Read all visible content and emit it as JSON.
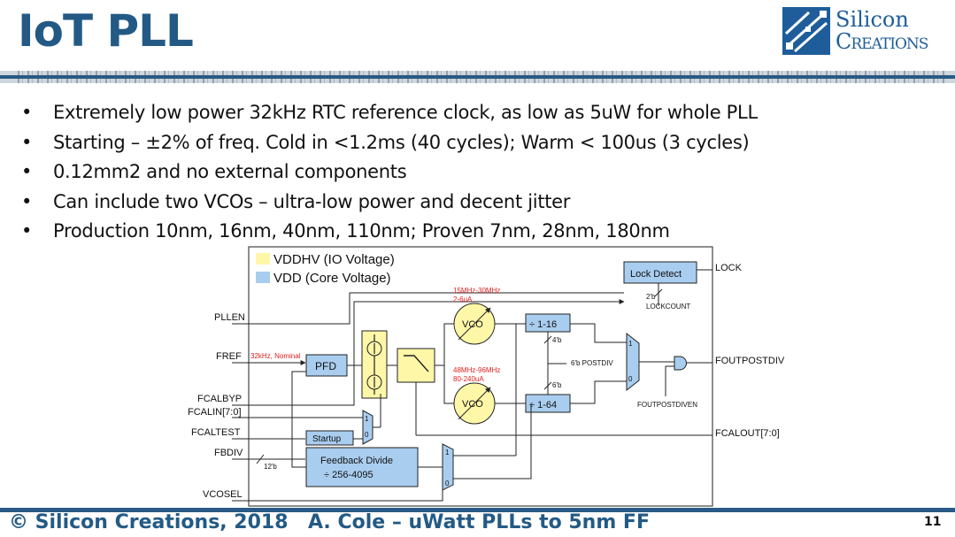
{
  "slide": {
    "title": "IoT PLL",
    "logo": {
      "line1": "Silicon",
      "line2": "Creations",
      "icon": "silicon-creations-logo-icon"
    },
    "bullets": [
      "Extremely low power 32kHz RTC reference clock, as low as 5uW for whole PLL",
      "Starting – ±2% of freq. Cold in <1.2ms (40 cycles); Warm < 100us (3 cycles)",
      "0.12mm2 and no external components",
      "Can include two VCOs – ultra-low power and decent jitter",
      "Production 10nm, 16nm, 40nm, 110nm; Proven 7nm, 28nm, 180nm"
    ],
    "bullet_glyph": "•",
    "footer": {
      "copyright": "© Silicon Creations, 2018",
      "talk": "A. Cole – uWatt PLLs to 5nm FF",
      "page": "11"
    }
  },
  "diagram": {
    "legend": {
      "io": "VDDHV (IO Voltage)",
      "core": "VDD (Core Voltage)"
    },
    "colors": {
      "io": "#fff7a8",
      "core": "#a9cdef",
      "ref_note": "#e02020",
      "stroke": "#222222",
      "title": "#235a85",
      "rule": "#2a5a85"
    },
    "inputs": [
      "PLLEN",
      "FREF",
      "FCALBYP",
      "FCALIN[7:0]",
      "FCALTEST",
      "FBDIV",
      "VCOSEL"
    ],
    "outputs": [
      "LOCK",
      "FOUTPOSTDIV",
      "FCALOUT[7:0]"
    ],
    "fref_note": "32kHz, Nominal",
    "blocks": {
      "pfd": "PFD",
      "lock_detect": "Lock Detect",
      "startup": "Startup",
      "feedback_divide": "Feedback Divide",
      "feedback_range": "÷ 256-4095",
      "vco": "VCO",
      "div_a": "÷ 1-16",
      "div_b": "÷ 1-64"
    },
    "vco1_notes": [
      "15MHz-30MHz",
      "2-6uA"
    ],
    "vco2_notes": [
      "48MHz-96MHz",
      "80-240uA"
    ],
    "bus_labels": {
      "lockcount_width": "2'b",
      "lockcount": "LOCKCOUNT",
      "postdiv_a": "4'b",
      "postdiv_b": "6'b",
      "postdiv": "6'b POSTDIV",
      "fbdiv_width": "12'b"
    },
    "mux_labels": {
      "one": "1",
      "zero": "0"
    },
    "gate_enable": "FOUTPOSTDIVEN"
  }
}
